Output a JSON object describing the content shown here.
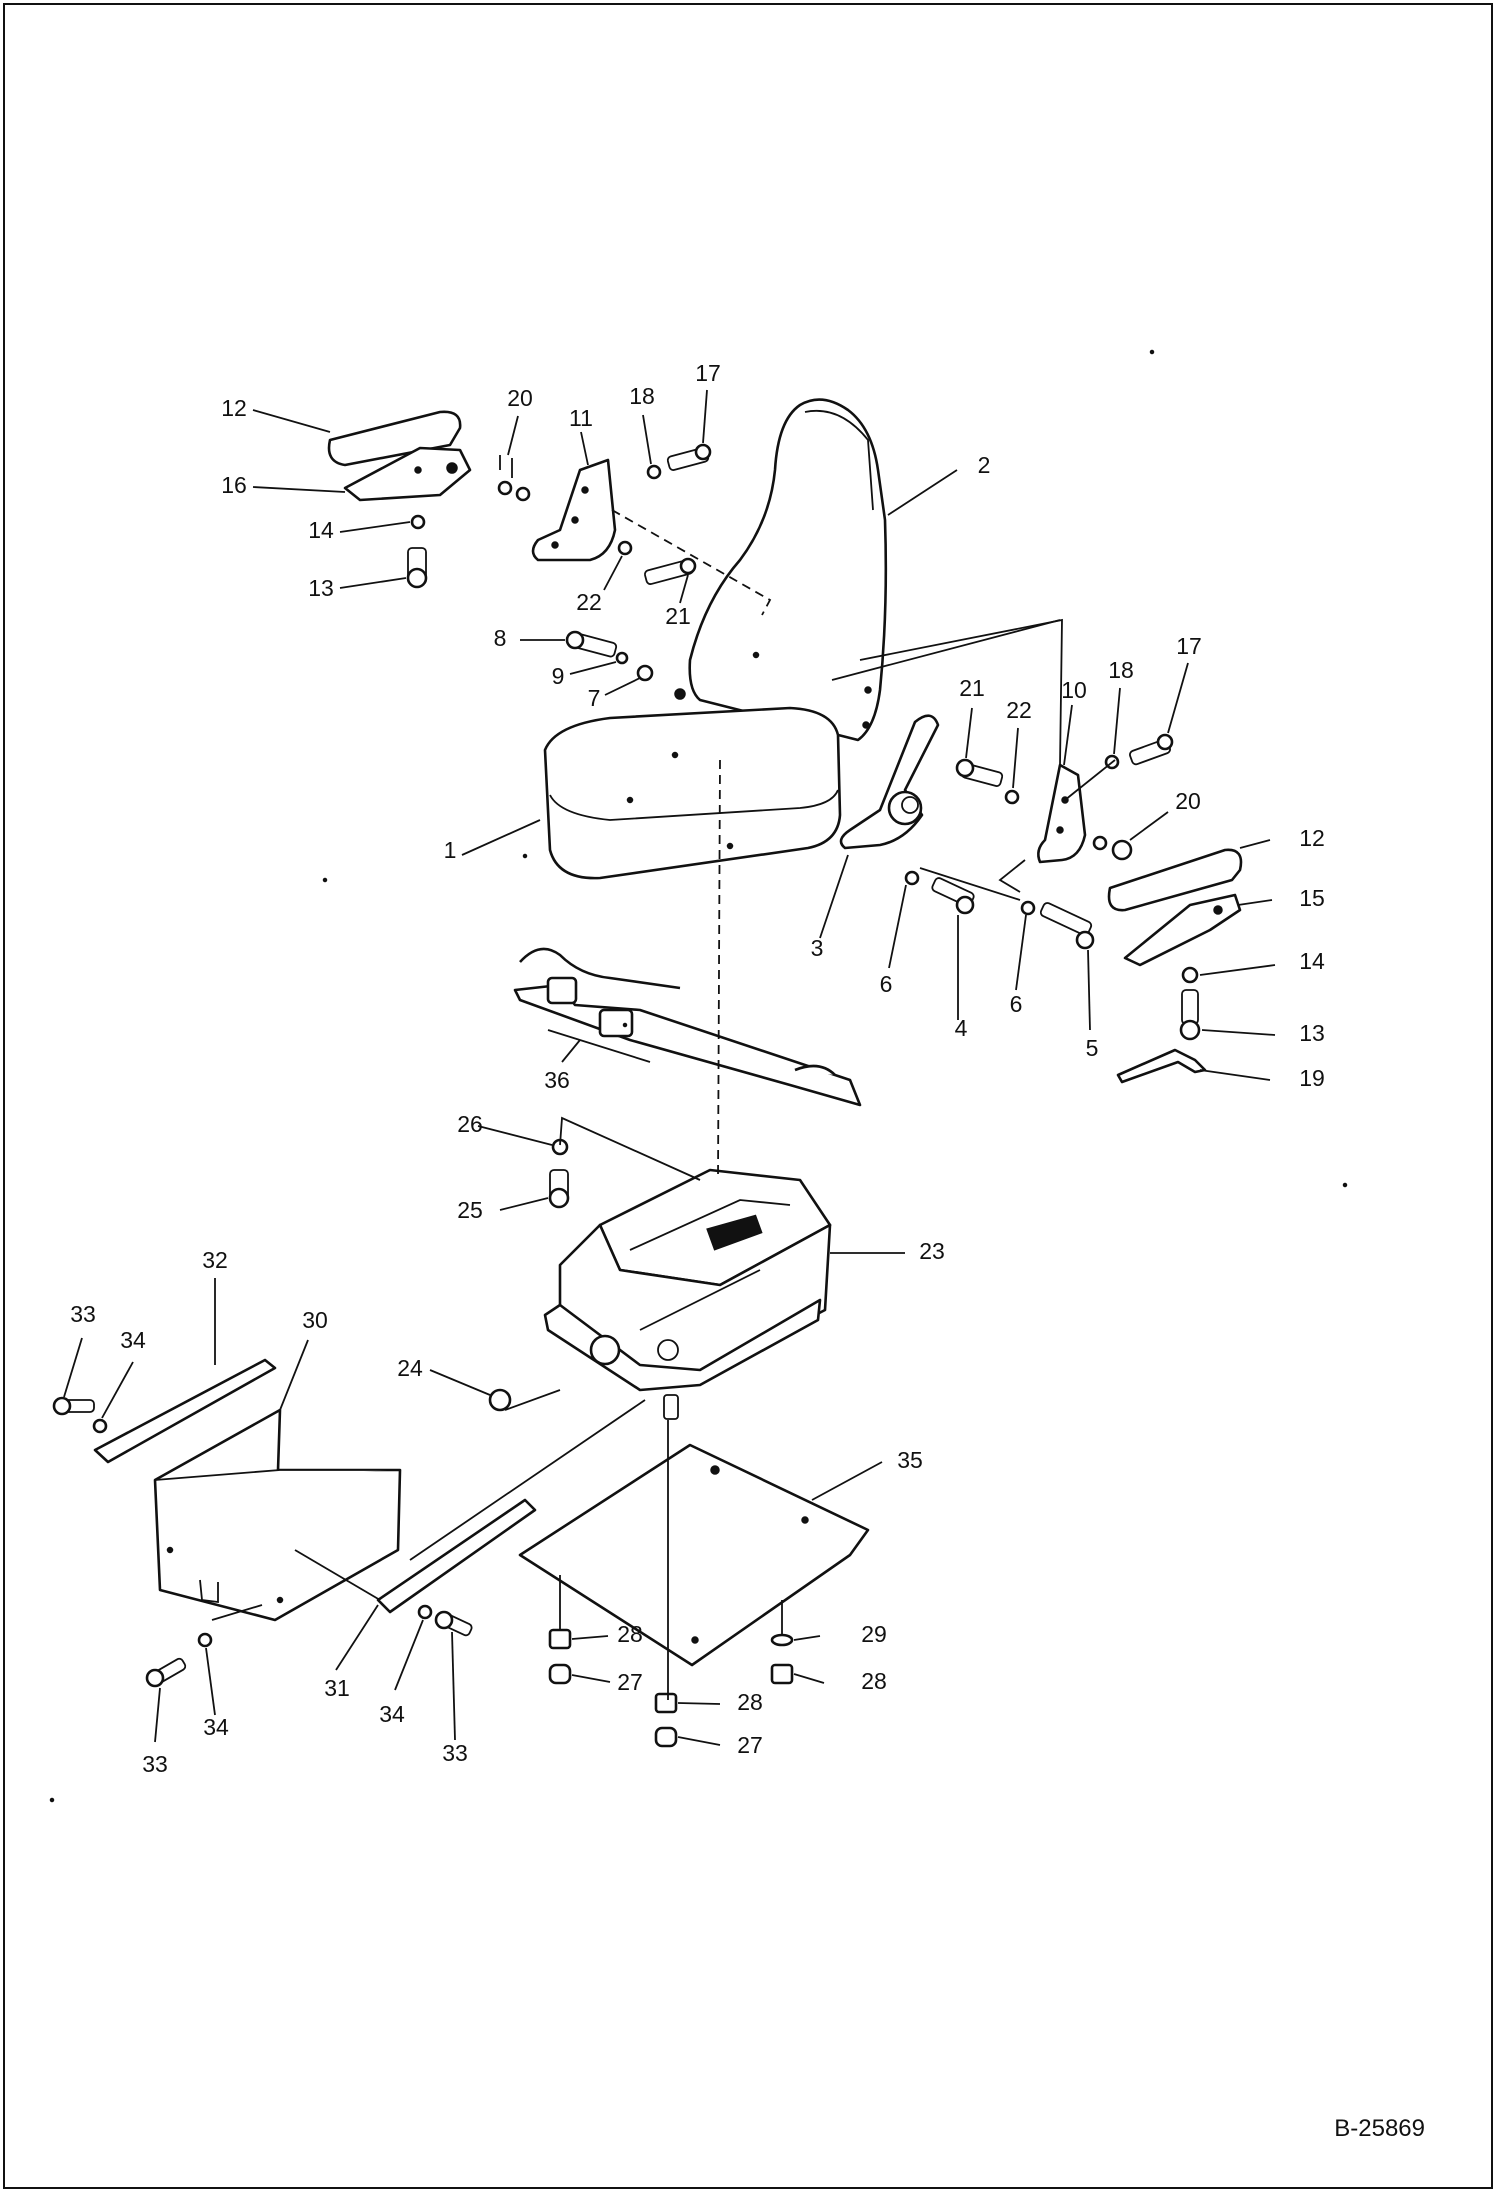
{
  "diagram": {
    "reference_code": "B-25869",
    "callouts": [
      {
        "id": "c1",
        "text": "1"
      },
      {
        "id": "c2",
        "text": "2"
      },
      {
        "id": "c3",
        "text": "3"
      },
      {
        "id": "c4",
        "text": "4"
      },
      {
        "id": "c5",
        "text": "5"
      },
      {
        "id": "c6a",
        "text": "6"
      },
      {
        "id": "c6b",
        "text": "6"
      },
      {
        "id": "c7",
        "text": "7"
      },
      {
        "id": "c8",
        "text": "8"
      },
      {
        "id": "c9",
        "text": "9"
      },
      {
        "id": "c10",
        "text": "10"
      },
      {
        "id": "c11",
        "text": "11"
      },
      {
        "id": "c12a",
        "text": "12"
      },
      {
        "id": "c12b",
        "text": "12"
      },
      {
        "id": "c13a",
        "text": "13"
      },
      {
        "id": "c13b",
        "text": "13"
      },
      {
        "id": "c14a",
        "text": "14"
      },
      {
        "id": "c14b",
        "text": "14"
      },
      {
        "id": "c15",
        "text": "15"
      },
      {
        "id": "c16",
        "text": "16"
      },
      {
        "id": "c17a",
        "text": "17"
      },
      {
        "id": "c17b",
        "text": "17"
      },
      {
        "id": "c18a",
        "text": "18"
      },
      {
        "id": "c18b",
        "text": "18"
      },
      {
        "id": "c19",
        "text": "19"
      },
      {
        "id": "c20a",
        "text": "20"
      },
      {
        "id": "c20b",
        "text": "20"
      },
      {
        "id": "c21a",
        "text": "21"
      },
      {
        "id": "c21b",
        "text": "21"
      },
      {
        "id": "c22a",
        "text": "22"
      },
      {
        "id": "c22b",
        "text": "22"
      },
      {
        "id": "c23",
        "text": "23"
      },
      {
        "id": "c24",
        "text": "24"
      },
      {
        "id": "c25",
        "text": "25"
      },
      {
        "id": "c26",
        "text": "26"
      },
      {
        "id": "c27a",
        "text": "27"
      },
      {
        "id": "c27b",
        "text": "27"
      },
      {
        "id": "c28a",
        "text": "28"
      },
      {
        "id": "c28b",
        "text": "28"
      },
      {
        "id": "c28c",
        "text": "28"
      },
      {
        "id": "c29",
        "text": "29"
      },
      {
        "id": "c30",
        "text": "30"
      },
      {
        "id": "c31",
        "text": "31"
      },
      {
        "id": "c32",
        "text": "32"
      },
      {
        "id": "c33a",
        "text": "33"
      },
      {
        "id": "c33b",
        "text": "33"
      },
      {
        "id": "c33c",
        "text": "33"
      },
      {
        "id": "c34a",
        "text": "34"
      },
      {
        "id": "c34b",
        "text": "34"
      },
      {
        "id": "c34c",
        "text": "34"
      },
      {
        "id": "c35",
        "text": "35"
      },
      {
        "id": "c36",
        "text": "36"
      }
    ]
  }
}
